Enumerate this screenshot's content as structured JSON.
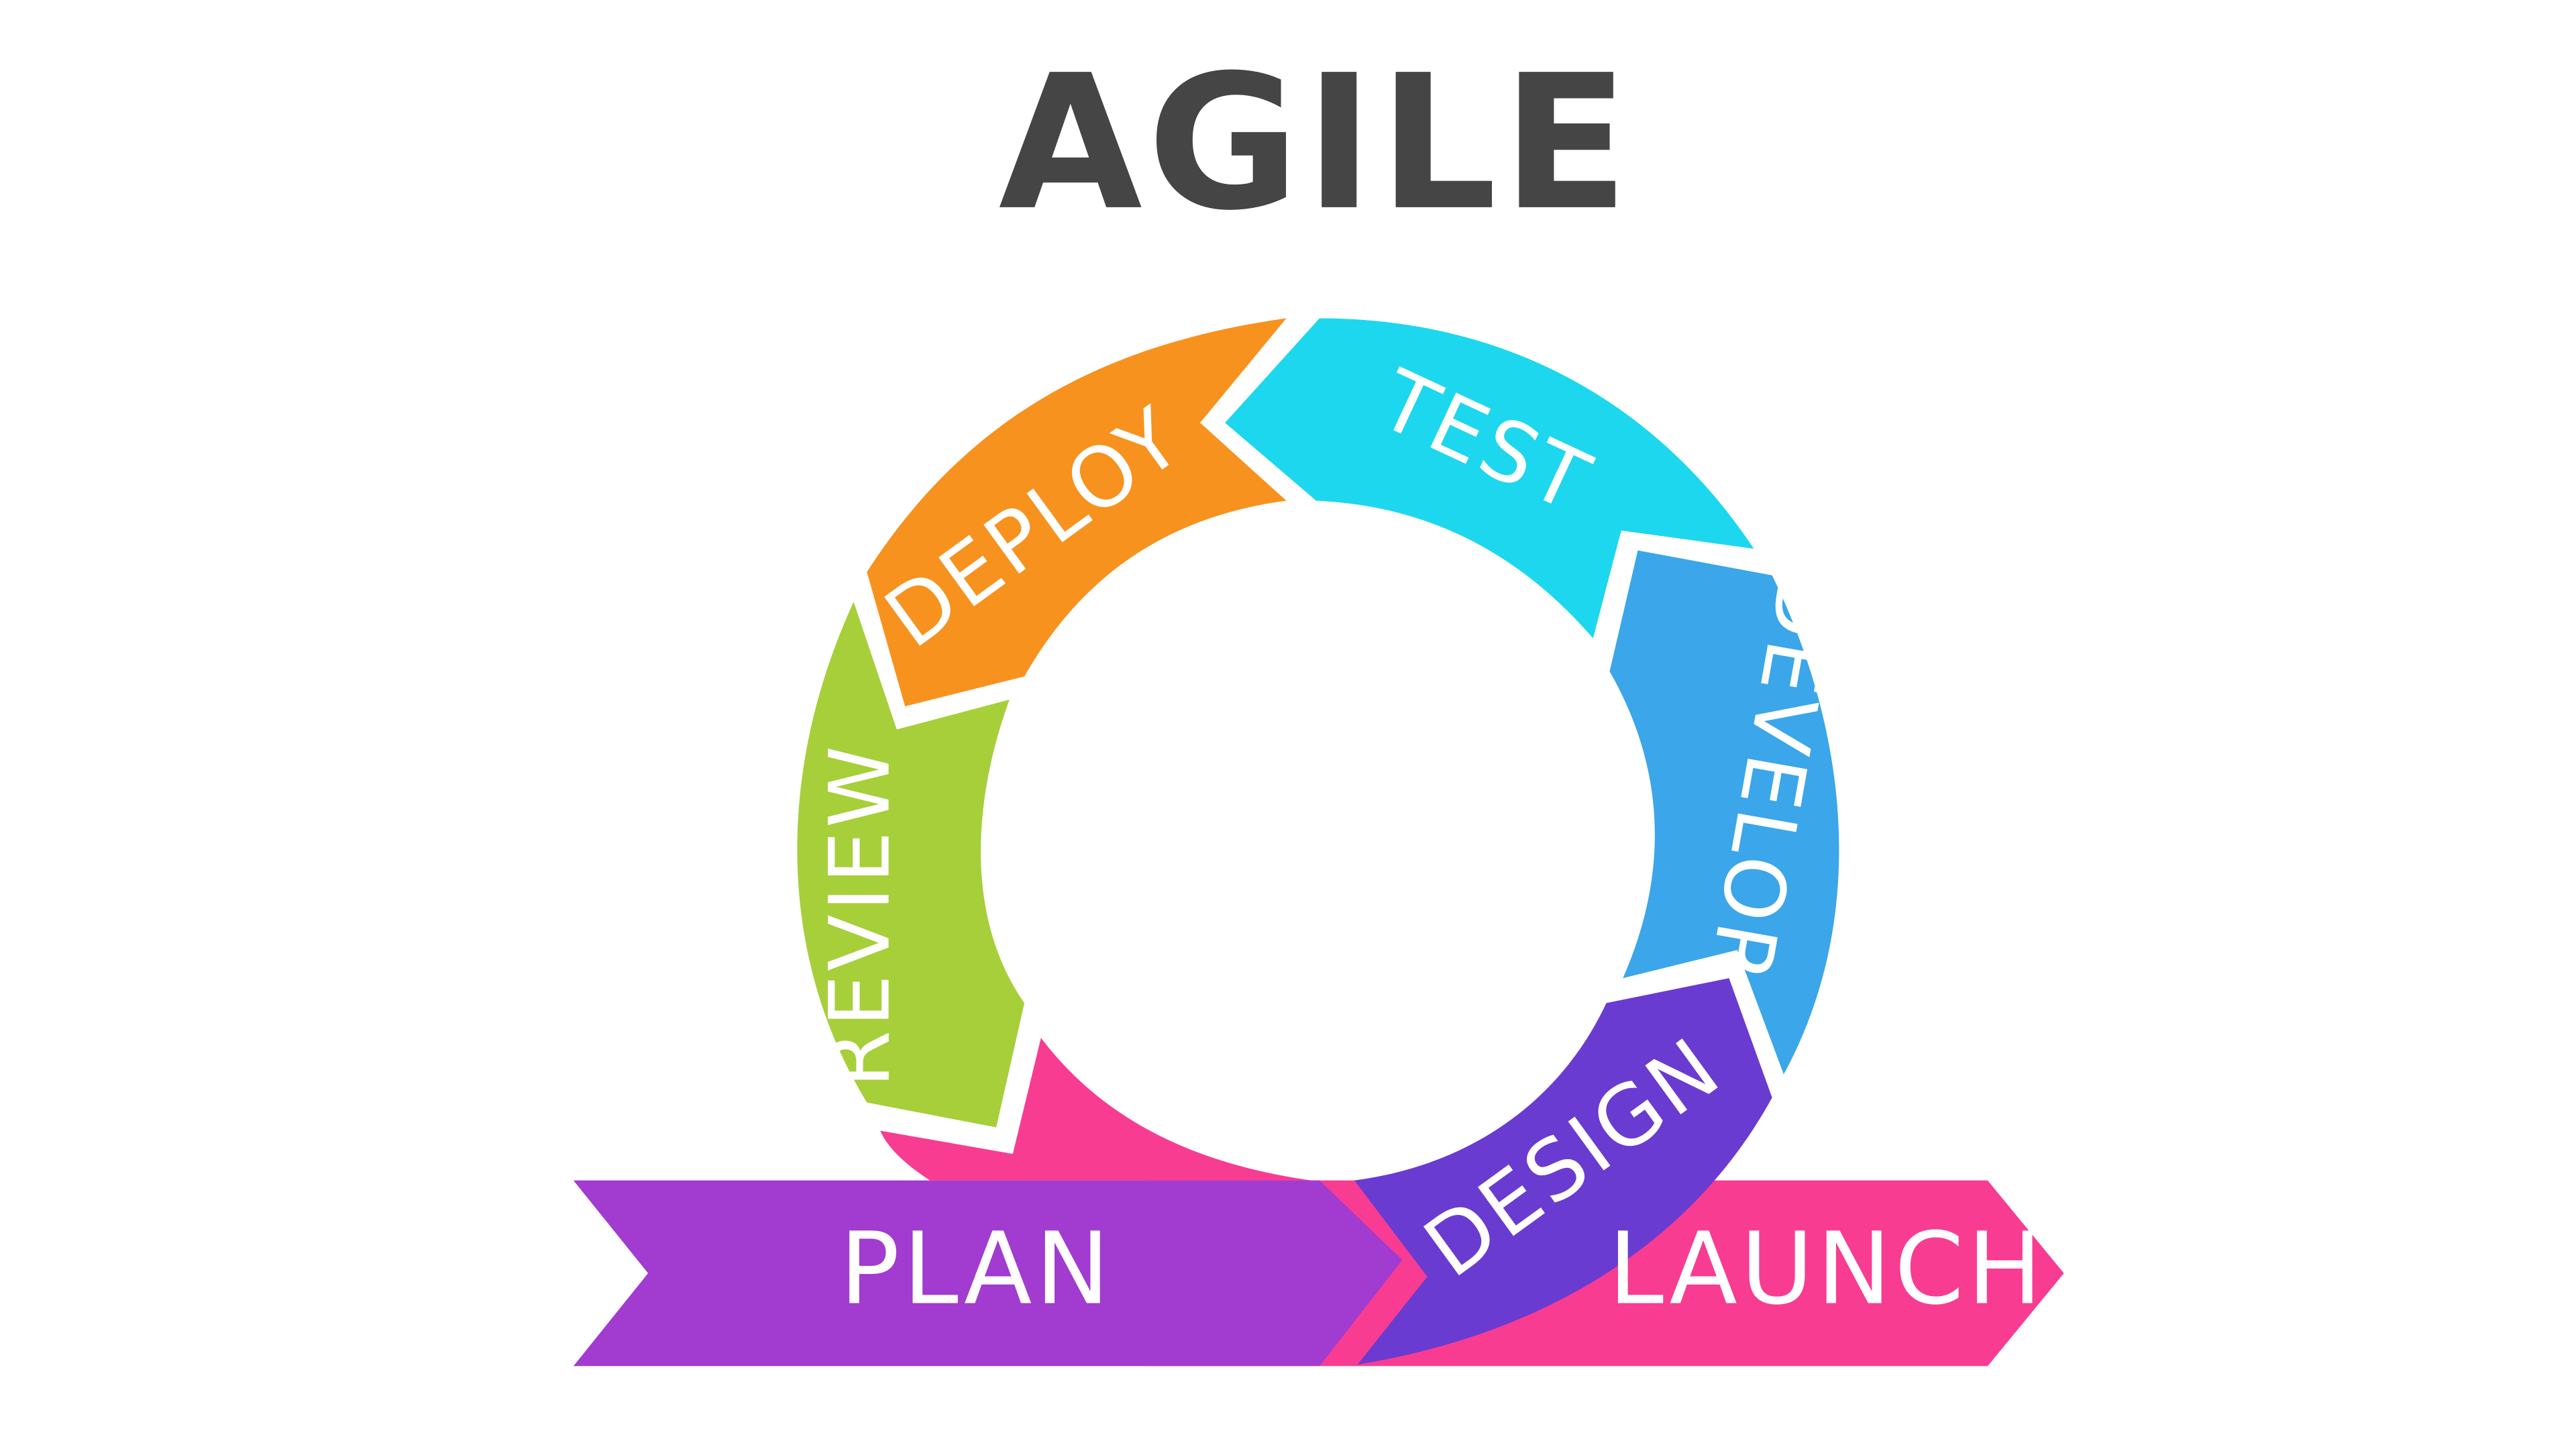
{
  "title": "AGILE",
  "stages": [
    {
      "id": "test",
      "label": "TEST",
      "color": "#1DD7EE"
    },
    {
      "id": "develop",
      "label": "DEVELOP",
      "color": "#3BA6E9"
    },
    {
      "id": "design",
      "label": "DESIGN",
      "color": "#6A3BD0"
    },
    {
      "id": "review",
      "label": "REVIEW",
      "color": "#A6CF3A"
    },
    {
      "id": "deploy",
      "label": "DEPLOY",
      "color": "#F7921E"
    }
  ],
  "plan": {
    "label": "PLAN",
    "color": "#A23BCF"
  },
  "launch": {
    "label": "LAUNCH",
    "color": "#F83C92"
  }
}
